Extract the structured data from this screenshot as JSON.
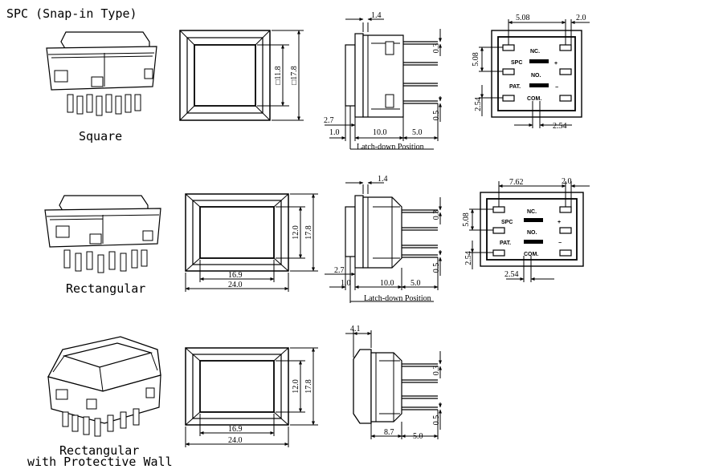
{
  "title": "SPC (Snap-in Type)",
  "variants": [
    {
      "caption_lines": [
        "Square"
      ],
      "front": {
        "inner_h": "□11.8",
        "outer_h": "□17.8"
      },
      "side": {
        "top": "1.4",
        "pitch": "0.3",
        "gap": "0.5",
        "left_a": "2.7",
        "left_b": "1.0",
        "body": "10.0",
        "pin": "5.0",
        "note": "Latch-down Position"
      },
      "pins": {
        "top_pitch": "5.08",
        "top_right": "2.0",
        "left_pitch": "5.08",
        "left_low": "2.54",
        "bottom": "2.54",
        "labels": [
          "NC.",
          "SPC",
          "NO.",
          "PAT.",
          "COM."
        ],
        "symbols": [
          "+",
          "−"
        ]
      }
    },
    {
      "caption_lines": [
        "Rectangular"
      ],
      "front": {
        "inner_w": "16.9",
        "outer_w": "24.0",
        "inner_h": "12.0",
        "outer_h": "17.8"
      },
      "side": {
        "top": "1.4",
        "pitch": "0.3",
        "gap": "0.5",
        "left_a": "2.7",
        "left_b": "1.0",
        "body": "10.0",
        "pin": "5.0",
        "note": "Latch-down Position"
      },
      "pins": {
        "top_pitch": "7.62",
        "top_right": "2.0",
        "left_pitch": "5.08",
        "left_low": "2.54",
        "bottom": "2.54",
        "labels": [
          "NC.",
          "SPC",
          "NO.",
          "PAT.",
          "COM."
        ],
        "symbols": [
          "+",
          "−"
        ]
      }
    },
    {
      "caption_lines": [
        "Rectangular",
        "with Protective Wall"
      ],
      "front": {
        "inner_w": "16.9",
        "outer_w": "24.0",
        "inner_h": "12.0",
        "outer_h": "17.8"
      },
      "side": {
        "top": "4.1",
        "pitch": "0.3",
        "gap": "0.5",
        "body": "8.7",
        "pin": "5.0"
      }
    }
  ]
}
